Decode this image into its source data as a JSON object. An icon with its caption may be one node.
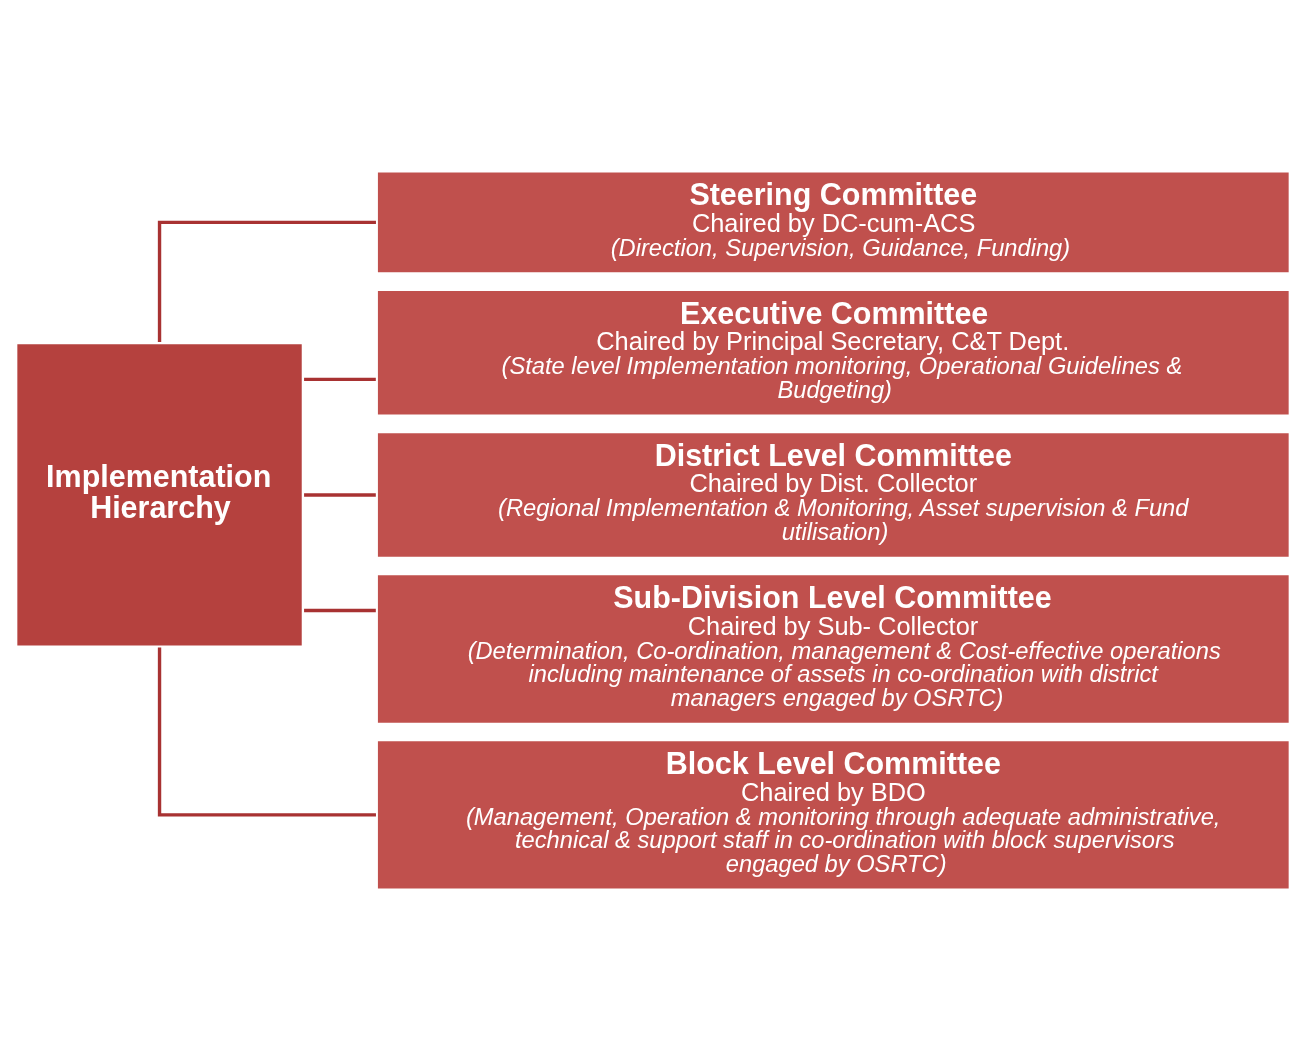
{
  "diagram": {
    "nodes": [
      {
        "text": [
          "Implementation Hierarchy"
        ]
      },
      {
        "text": [
          "Steering Committee",
          "Chaired by DC-cum-ACS",
          "(Direction, Supervision, Guidance, Funding)"
        ]
      },
      {
        "text": [
          "Executive Committee",
          "Chaired by Principal Secretary, C&T Dept.",
          "(State level Implementation monitoring, Operational Guidelines & Budgeting)"
        ]
      },
      {
        "text": [
          "District Level Committee",
          "Chaired by Dist. Collector",
          "(Regional Implementation & Monitoring, Asset supervision & Fund utilisation)"
        ]
      },
      {
        "text": [
          "Sub-Division Level Committee",
          "Chaired by Sub- Collector",
          "(Determination, Co-ordination, management & Cost-effective operations including maintenance of assets in co-ordination with district managers engaged by OSRTC)"
        ]
      },
      {
        "text": [
          "Block Level Committee",
          "Chaired by BDO",
          "(Management, Operation & monitoring through adequate administrative, technical & support staff in co-ordination with block supervisors engaged by OSRTC)"
        ]
      }
    ],
    "edges": [
      {
        "from": 0,
        "to": 1,
        "arrow": "none"
      },
      {
        "from": 0,
        "to": 2,
        "arrow": "none"
      },
      {
        "from": 0,
        "to": 3,
        "arrow": "none"
      },
      {
        "from": 0,
        "to": 4,
        "arrow": "none"
      },
      {
        "from": 0,
        "to": 5,
        "arrow": "none"
      }
    ]
  }
}
